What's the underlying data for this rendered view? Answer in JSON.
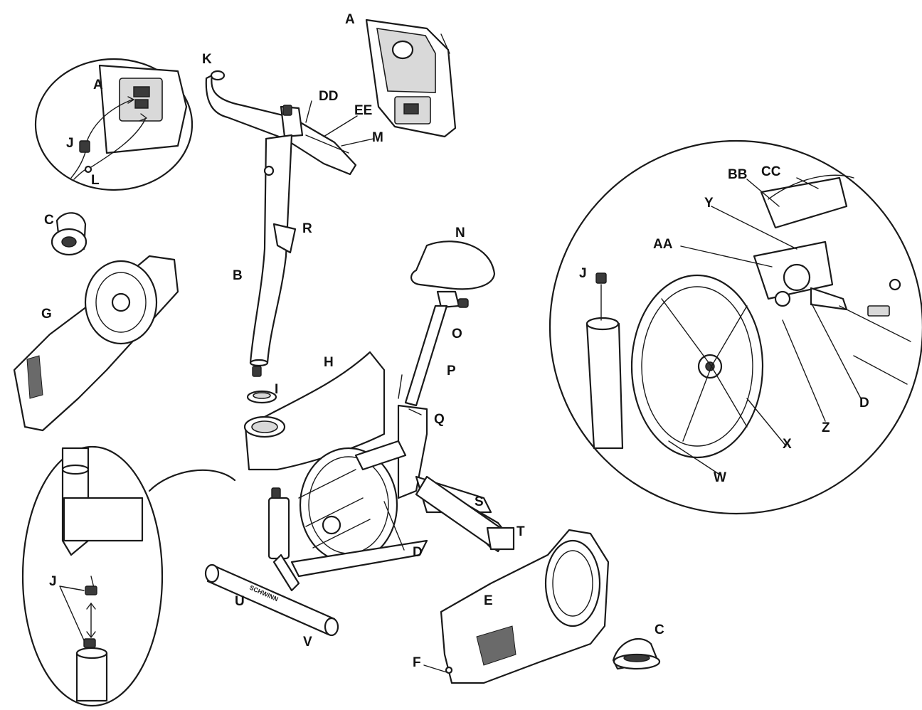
{
  "labels": {
    "A": "A",
    "A_detail": "A",
    "B": "B",
    "C_top": "C",
    "C_bottom": "C",
    "D": "D",
    "D_detail": "D",
    "E": "E",
    "F": "F",
    "G": "G",
    "H": "H",
    "I": "I",
    "J_top": "J",
    "J_left": "J",
    "J_right": "J",
    "K": "K",
    "L": "L",
    "M": "M",
    "N": "N",
    "O": "O",
    "P": "P",
    "Q": "Q",
    "R": "R",
    "S": "S",
    "T": "T",
    "U": "U",
    "V": "V",
    "W": "W",
    "X": "X",
    "Y": "Y",
    "Z": "Z",
    "AA": "AA",
    "BB": "BB",
    "CC": "CC",
    "DD": "DD",
    "EE": "EE"
  },
  "base_branding": "SCHWINN",
  "colors": {
    "line": "#1a1a1a",
    "fill": "#ffffff",
    "shade": "#d9d9d9"
  }
}
